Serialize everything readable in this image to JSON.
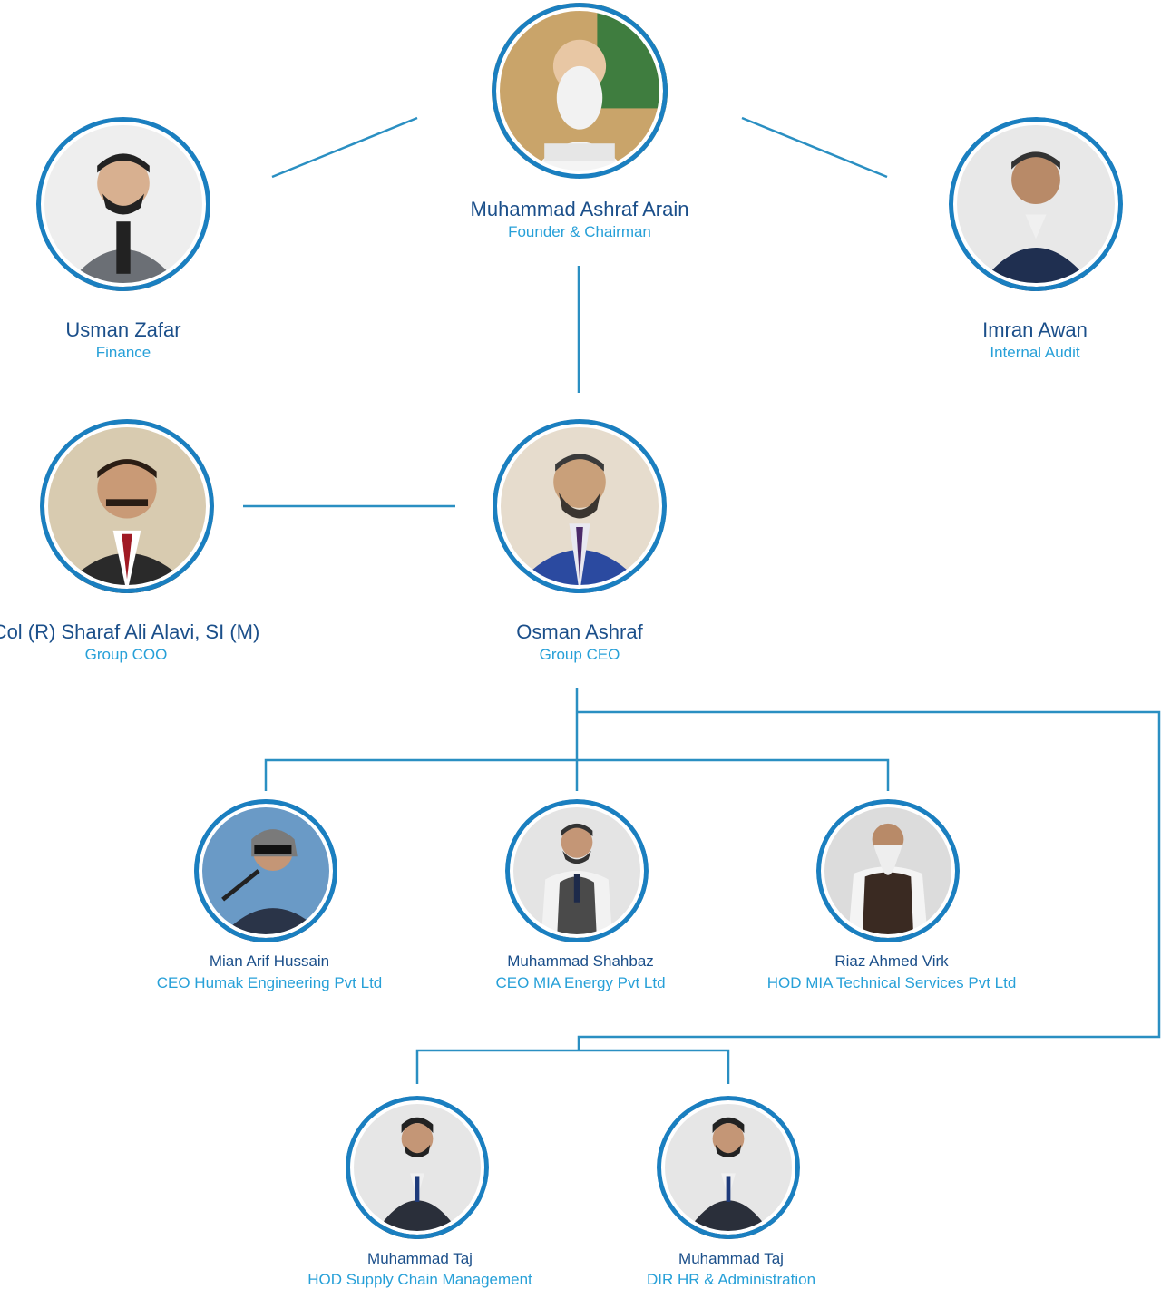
{
  "colors": {
    "line": "#2a8fc2",
    "ring": "#1a7fc0",
    "name": "#1b4f8a",
    "role": "#27a0d8"
  },
  "people": {
    "chairman": {
      "name": "Muhammad Ashraf Arain",
      "role": "Founder & Chairman"
    },
    "finance": {
      "name": "Usman Zafar",
      "role": "Finance"
    },
    "audit": {
      "name": "Imran Awan",
      "role": "Internal Audit"
    },
    "coo": {
      "name": "Col (R) Sharaf Ali Alavi, SI (M)",
      "role": "Group COO"
    },
    "ceo": {
      "name": "Osman Ashraf",
      "role": "Group CEO"
    },
    "humak": {
      "name": "Mian Arif Hussain",
      "role": "CEO Humak Engineering Pvt Ltd"
    },
    "energy": {
      "name": "Muhammad Shahbaz",
      "role": "CEO MIA Energy Pvt Ltd"
    },
    "technical": {
      "name": "Riaz Ahmed Virk",
      "role": "HOD MIA Technical Services Pvt Ltd"
    },
    "supply": {
      "name": "Muhammad Taj",
      "role": "HOD Supply Chain Management"
    },
    "hr": {
      "name": "Muhammad Taj",
      "role": "DIR HR & Administration"
    }
  }
}
